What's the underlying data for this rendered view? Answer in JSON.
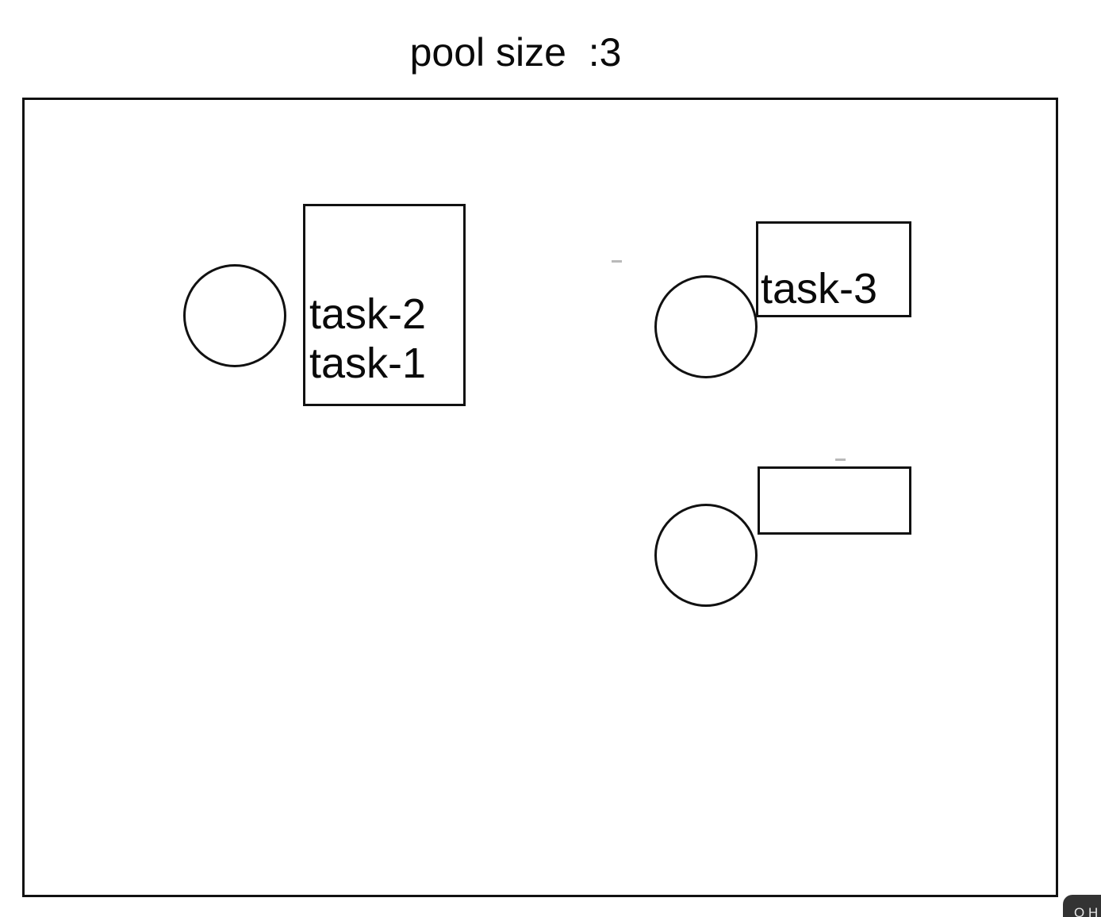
{
  "title": "pool size  :3",
  "canvas": {
    "label": "pool-canvas"
  },
  "pool": {
    "size": 3,
    "workers": [
      {
        "id": "worker-1",
        "circle_label": "",
        "queue_label": "task-2\ntask-1",
        "queued_tasks": [
          "task-2",
          "task-1"
        ]
      },
      {
        "id": "worker-2",
        "circle_label": "",
        "queue_label": "task-3",
        "queued_tasks": [
          "task-3"
        ]
      },
      {
        "id": "worker-3",
        "circle_label": "",
        "queue_label": "",
        "queued_tasks": []
      }
    ]
  },
  "hint": {
    "text": "Q H"
  }
}
